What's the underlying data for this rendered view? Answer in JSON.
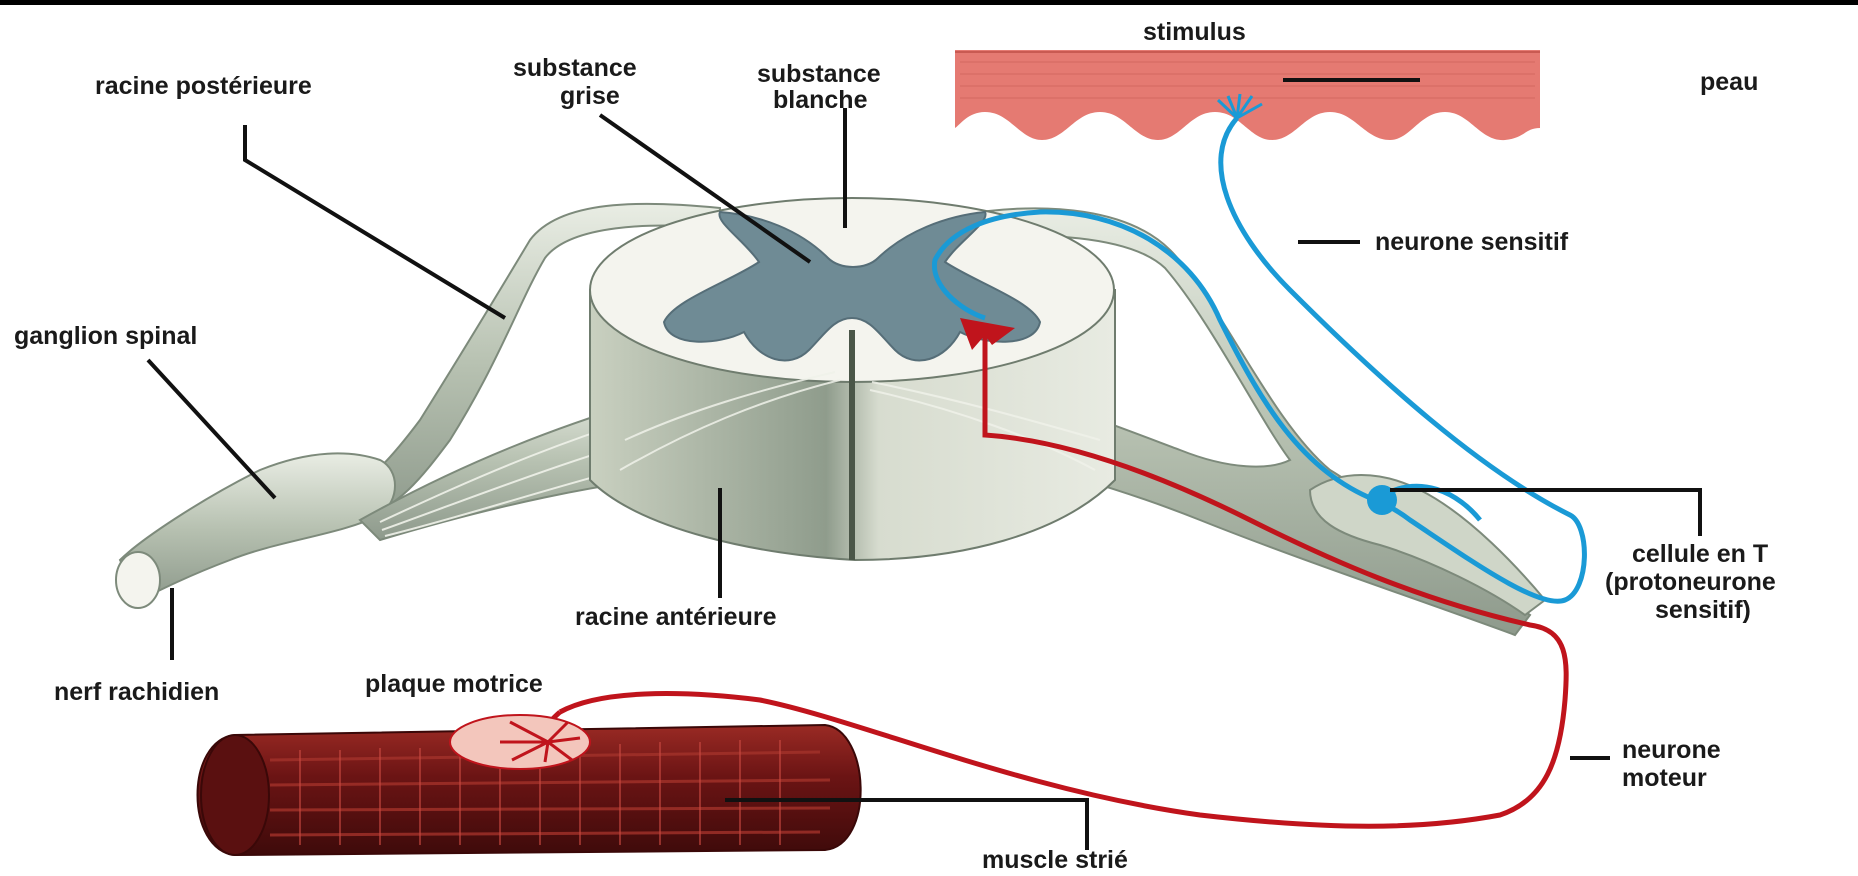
{
  "labels": {
    "stimulus": "stimulus",
    "peau": "peau",
    "racine_posterieure": "racine postérieure",
    "substance_grise_1": "substance",
    "substance_grise_2": "grise",
    "substance_blanche_1": "substance",
    "substance_blanche_2": "blanche",
    "neurone_sensitif": "neurone sensitif",
    "ganglion_spinal": "ganglion spinal",
    "racine_anterieure": "racine antérieure",
    "cellule_1": "cellule en T",
    "cellule_2": "(protoneurone",
    "cellule_3": "sensitif)",
    "nerf_rachidien": "nerf rachidien",
    "plaque_motrice": "plaque motrice",
    "neurone_moteur_1": "neurone",
    "neurone_moteur_2": "moteur",
    "muscle_strie": "muscle strié"
  },
  "colors": {
    "skin": "#e57a72",
    "skin_dark": "#c95a52",
    "sensory_neuron": "#1a9ad6",
    "motor_neuron": "#c0141c",
    "grey_matter": "#6f8b95",
    "white_matter": "#f4f4ee",
    "root_fibers": "#b9c3b3",
    "muscle": "#6b1414",
    "leader": "#111111"
  }
}
